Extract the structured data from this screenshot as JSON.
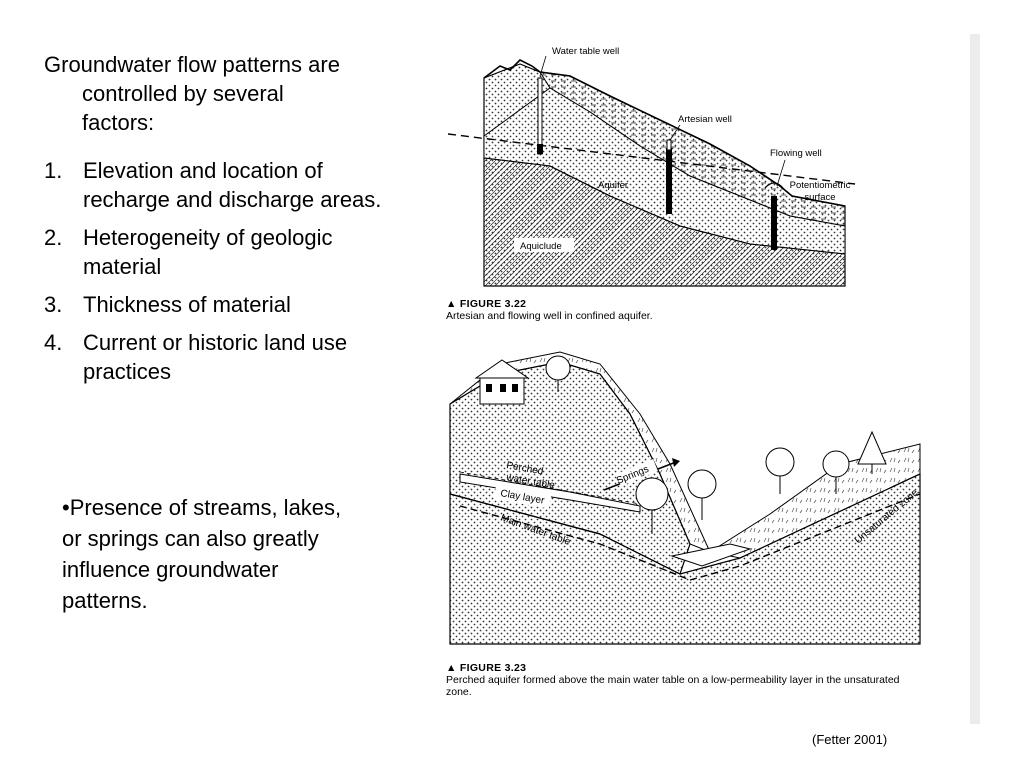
{
  "intro": {
    "line1": "Groundwater flow patterns are",
    "line2": "controlled by several",
    "line3": "factors:"
  },
  "factors": [
    {
      "num": "1.",
      "text": "Elevation and location of recharge and discharge areas."
    },
    {
      "num": "2.",
      "text": "Heterogeneity of geologic material"
    },
    {
      "num": "3.",
      "text": "Thickness of material"
    },
    {
      "num": "4.",
      "text": "Current or historic land use practices"
    }
  ],
  "note": "•Presence of streams, lakes, or springs can also greatly influence groundwater patterns.",
  "citation": "(Fetter 2001)",
  "figure_top": {
    "labels": {
      "water_table_well": "Water table well",
      "artesian_well": "Artesian well",
      "flowing_well": "Flowing well",
      "aquifer": "Aquifer",
      "aquiclude": "Aquiclude",
      "potentiometric_1": "Potentiometric",
      "potentiometric_2": "surface"
    },
    "caption_number": "▲  FIGURE 3.22",
    "caption_text": "Artesian and flowing well in confined aquifer."
  },
  "figure_bottom": {
    "labels": {
      "perched_1": "Perched",
      "perched_2": "water table",
      "clay_layer": "Clay layer",
      "springs": "Springs",
      "main_water_table": "Main water table",
      "unsaturated_zone": "Unsaturated zone"
    },
    "caption_number": "▲  FIGURE 3.23",
    "caption_text": "Perched aquifer formed above the main water table on a low-permeability layer in the unsaturated zone."
  }
}
